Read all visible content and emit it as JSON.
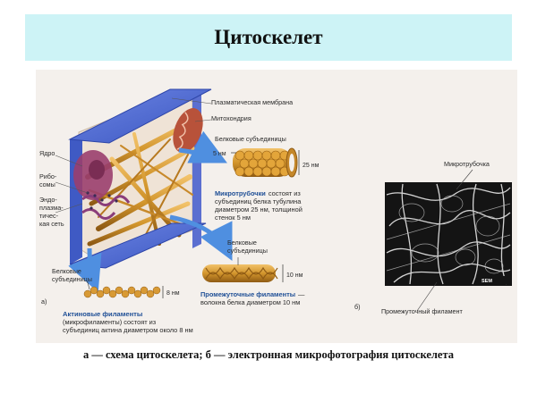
{
  "slide": {
    "title": "Цитоскелет",
    "caption": "а — схема цитоскелета; б — электронная микрофотография цитоскелета"
  },
  "panel_a": {
    "marker": "а)",
    "labels": {
      "plasma_membrane": "Плазматическая мембрана",
      "mitochondria": "Митохондрия",
      "nucleus": "Ядро",
      "ribosomes_1": "Рибо-",
      "ribosomes_2": "сомы",
      "er_1": "Эндо-",
      "er_2": "плазма-",
      "er_3": "тичес-",
      "er_4": "кая сеть"
    },
    "microtubules": {
      "subunits_label": "Белковые субъединицы",
      "dim_wall": "5 нм",
      "dim_diameter": "25 нм",
      "desc_bold": "Микротрубочки",
      "desc_1": "состоят из",
      "desc_2": "субъединиц белка тубулина",
      "desc_3": "диаметром 25 нм, толщиной",
      "desc_4": "стенок 5 нм"
    },
    "intermediate": {
      "subunits_1": "Белковые",
      "subunits_2": "субъединицы",
      "dim": "10 нм",
      "desc_bold": "Промежуточные филаменты",
      "desc_tail": "—",
      "desc_2": "волокна белка диаметром 10 нм"
    },
    "actin": {
      "subunits_1": "Белковые",
      "subunits_2": "субъединицы",
      "dim": "8 нм",
      "desc_bold": "Актиновые филаменты",
      "desc_1": "(микрофиламенты) состоят из",
      "desc_2": "субъединиц актина диаметром около 8 нм"
    }
  },
  "panel_b": {
    "marker": "б)",
    "microtubule_label": "Микротрубочка",
    "intermediate_label": "Промежуточный филамент",
    "micrograph_tag": "SEM"
  },
  "colors": {
    "title_band": "#cdf3f6",
    "figure_bg": "#f4f0ec",
    "membrane": "#4f6fd6",
    "filament": "#d2952c",
    "mitochondria": "#b8523a",
    "nucleus": "#9a3e6e",
    "arrow": "#4f8fe0",
    "label_blue": "#1f4f96"
  }
}
